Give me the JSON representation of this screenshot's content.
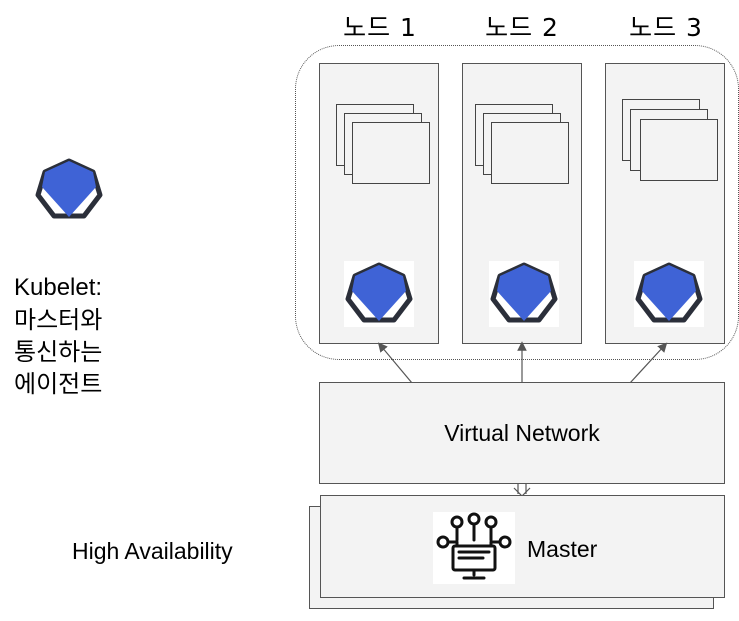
{
  "nodes": [
    {
      "label": "노드 1"
    },
    {
      "label": "노드 2"
    },
    {
      "label": "노드 3"
    }
  ],
  "legend": {
    "kubelet_title": "Kubelet:",
    "kubelet_desc_line1": "마스터와",
    "kubelet_desc_line2": "통신하는",
    "kubelet_desc_line3": "에이전트"
  },
  "network": {
    "label": "Virtual Network"
  },
  "master": {
    "label": "Master"
  },
  "ha": {
    "label": "High Availability"
  },
  "colors": {
    "kubelet_fill": "#3f63d6",
    "kubelet_outline": "#2b2f3a",
    "box_fill": "#f3f3f3",
    "border": "#555555"
  },
  "icons": {
    "kubelet": "kubelet-icon",
    "master": "control-panel-icon",
    "container_stack": "container-stack-icon"
  }
}
